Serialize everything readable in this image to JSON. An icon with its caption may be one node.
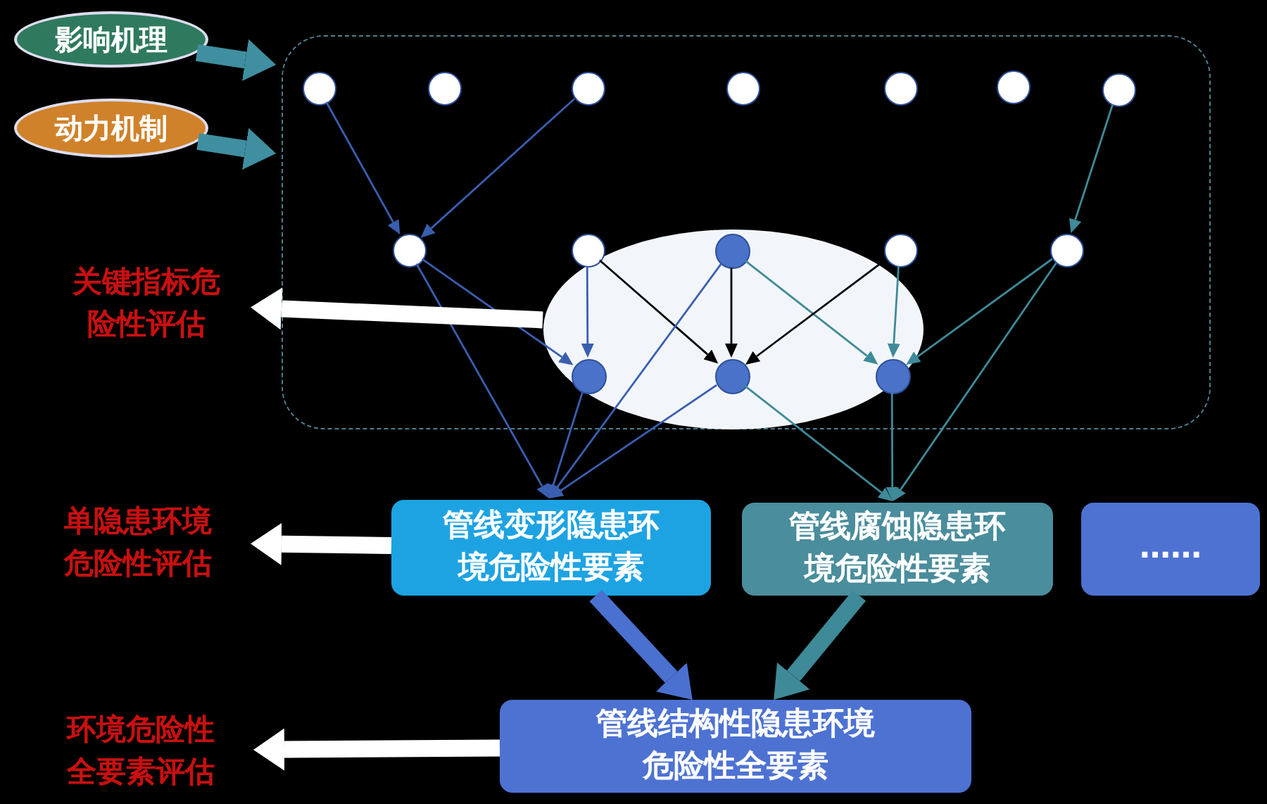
{
  "diagram": {
    "nodes": [
      {
        "text": [
          "影响机理"
        ]
      },
      {
        "text": [
          "动力机制"
        ]
      },
      {
        "text": [],
        "shape": "box"
      },
      {
        "text": [],
        "shape": "ellipse",
        "in": 2
      },
      {
        "text": [],
        "shape": "circle",
        "in": 2
      },
      {
        "text": [],
        "shape": "circle",
        "in": 2
      },
      {
        "text": [],
        "shape": "circle",
        "in": 2
      },
      {
        "text": [],
        "shape": "circle",
        "in": 2
      },
      {
        "text": [],
        "shape": "circle",
        "in": 2
      },
      {
        "text": [],
        "shape": "circle",
        "in": 2
      },
      {
        "text": [],
        "shape": "circle",
        "in": 2
      },
      {
        "text": [],
        "shape": "circle",
        "in": 2
      },
      {
        "text": [],
        "shape": "circle",
        "in": 2
      },
      {
        "text": [],
        "shape": "circle",
        "in": 3
      },
      {
        "text": [],
        "shape": "circle",
        "in": 2
      },
      {
        "text": [],
        "shape": "circle",
        "in": 2
      },
      {
        "text": [],
        "shape": "circle",
        "in": 3
      },
      {
        "text": [],
        "shape": "circle",
        "in": 3
      },
      {
        "text": [],
        "shape": "circle",
        "in": 3
      },
      {
        "text": [
          "关键指标危险性评估"
        ]
      },
      {
        "text": [
          "单隐患环境危险性评估"
        ]
      },
      {
        "text": [
          "管线变形隐患环境危险性要素"
        ]
      },
      {
        "text": [
          "管线腐蚀隐患环境危险性要素"
        ]
      },
      {
        "text": [
          "……"
        ]
      },
      {
        "text": [
          "环境危险性全要素评估"
        ]
      },
      {
        "text": [
          "管线结构性隐患环境危险性全要素"
        ]
      }
    ],
    "edges": [
      {
        "from": 0,
        "to": 2,
        "arrow": "to",
        "style": "thick",
        "color": "#3f8fa0"
      },
      {
        "from": 1,
        "to": 2,
        "arrow": "to",
        "style": "thick",
        "color": "#3f8fa0"
      },
      {
        "from": 4,
        "to": 11,
        "arrow": "to"
      },
      {
        "from": 6,
        "to": 11,
        "arrow": "to"
      },
      {
        "from": 10,
        "to": 15,
        "arrow": "to",
        "color": "#3f8a98"
      },
      {
        "from": 11,
        "to": 16,
        "arrow": "to"
      },
      {
        "from": 11,
        "to": 21,
        "arrow": "to"
      },
      {
        "from": 12,
        "to": 16,
        "arrow": "to"
      },
      {
        "from": 12,
        "to": 17,
        "arrow": "to",
        "color": "#000000"
      },
      {
        "from": 13,
        "to": 17,
        "arrow": "to",
        "color": "#000000"
      },
      {
        "from": 13,
        "to": 18,
        "arrow": "to",
        "color": "#3f8a98"
      },
      {
        "from": 14,
        "to": 17,
        "arrow": "to",
        "color": "#000000"
      },
      {
        "from": 14,
        "to": 18,
        "arrow": "to",
        "color": "#3f8a98"
      },
      {
        "from": 15,
        "to": 18,
        "arrow": "to",
        "color": "#3f8a98"
      },
      {
        "from": 15,
        "to": 22,
        "arrow": "to",
        "color": "#3f8a98"
      },
      {
        "from": 13,
        "to": 21,
        "arrow": "to"
      },
      {
        "from": 16,
        "to": 21,
        "arrow": "to"
      },
      {
        "from": 17,
        "to": 21,
        "arrow": "to"
      },
      {
        "from": 17,
        "to": 22,
        "arrow": "to",
        "color": "#3f8a98"
      },
      {
        "from": 18,
        "to": 22,
        "arrow": "to",
        "color": "#3f8a98"
      },
      {
        "from": 21,
        "to": 25,
        "arrow": "to",
        "style": "thick",
        "color": "#4a70d0"
      },
      {
        "from": 22,
        "to": 25,
        "arrow": "to",
        "style": "thick",
        "color": "#3f8a98"
      },
      {
        "from": 3,
        "to": 19,
        "arrow": "to",
        "style": "thick",
        "color": "#ffffff"
      },
      {
        "from": 21,
        "to": 20,
        "arrow": "to",
        "style": "thick",
        "color": "#ffffff"
      },
      {
        "from": 25,
        "to": 24,
        "arrow": "to",
        "style": "thick",
        "color": "#ffffff"
      }
    ]
  }
}
